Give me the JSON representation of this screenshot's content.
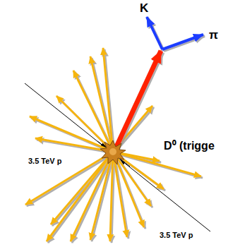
{
  "diagram": {
    "labels": [
      "K",
      "π",
      "D⁰ (trigge",
      "3.5 TeV p",
      "3.5 TeV p"
    ]
  }
}
